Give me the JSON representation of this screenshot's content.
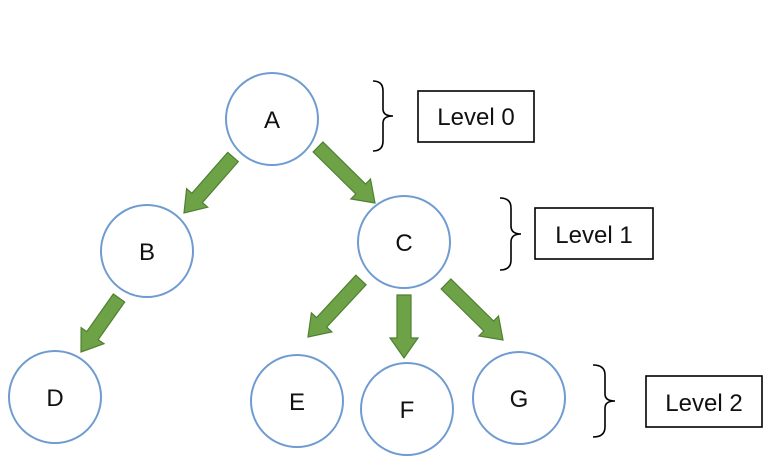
{
  "nodes": [
    {
      "id": "A",
      "label": "A"
    },
    {
      "id": "B",
      "label": "B"
    },
    {
      "id": "C",
      "label": "C"
    },
    {
      "id": "D",
      "label": "D"
    },
    {
      "id": "E",
      "label": "E"
    },
    {
      "id": "F",
      "label": "F"
    },
    {
      "id": "G",
      "label": "G"
    }
  ],
  "edges": [
    {
      "from": "A",
      "to": "B"
    },
    {
      "from": "A",
      "to": "C"
    },
    {
      "from": "B",
      "to": "D"
    },
    {
      "from": "C",
      "to": "E"
    },
    {
      "from": "C",
      "to": "F"
    },
    {
      "from": "C",
      "to": "G"
    }
  ],
  "levels": [
    {
      "label": "Level 0"
    },
    {
      "label": "Level 1"
    },
    {
      "label": "Level 2"
    }
  ],
  "colors": {
    "node_stroke": "#6f9bd1",
    "arrow_fill": "#6ea246",
    "arrow_stroke": "#4f7f32"
  }
}
